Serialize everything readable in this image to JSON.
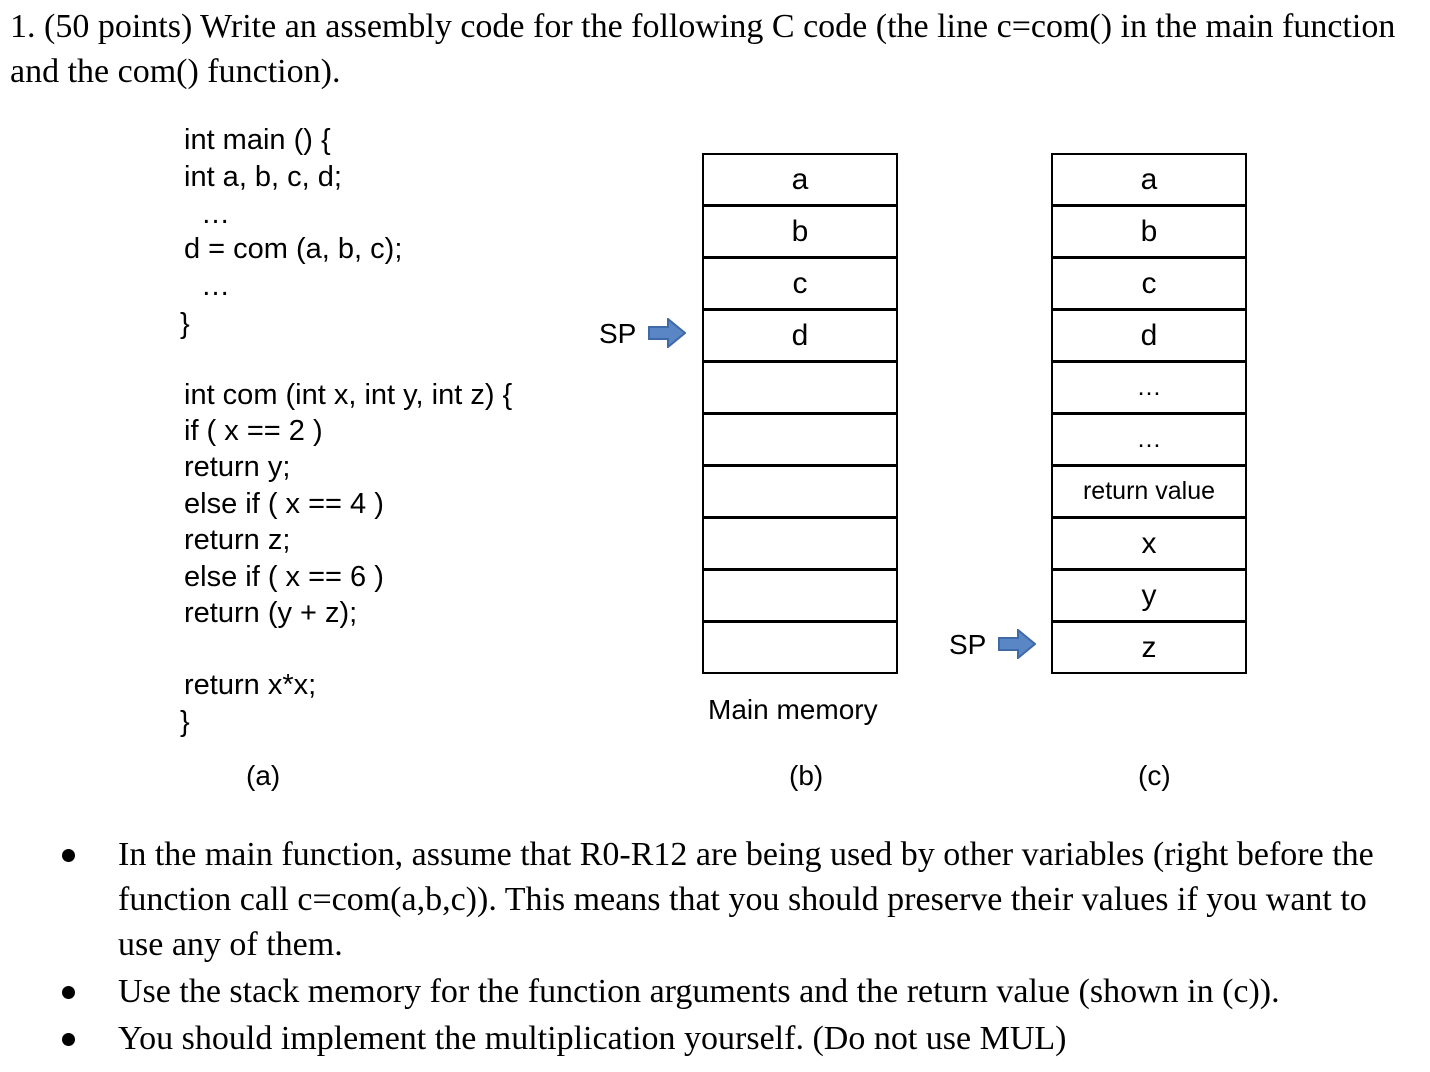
{
  "question": "1. (50 points) Write an assembly code for the following C code (the line c=com() in the main function and the com() function).",
  "code_lines": [
    "int main () {",
    "  int a, b, c, d;",
    "  …",
    "  d = com (a, b, c);",
    "  …",
    "}",
    "int com (int x, int y, int z) {",
    "  if ( x == 2 )",
    "    return y;",
    "  else if ( x == 4 )",
    "    return z;",
    "  else if ( x == 6 )",
    "    return (y + z);",
    "  return x*x;",
    "}"
  ],
  "diagram_b": {
    "cells": [
      "a",
      "b",
      "c",
      "d",
      "",
      "",
      "",
      "",
      "",
      ""
    ],
    "sp_label": "SP",
    "label": "Main memory"
  },
  "diagram_c": {
    "cells": [
      "a",
      "b",
      "c",
      "d",
      "…",
      "…",
      "return value",
      "x",
      "y",
      "z"
    ],
    "sp_label": "SP"
  },
  "captions": [
    "(a)",
    "(b)",
    "(c)"
  ],
  "bullets": [
    "In the main function, assume that R0-R12 are being used by other variables (right before the function call c=com(a,b,c)). This means that you should preserve their values if you want to use any of them.",
    "Use the stack memory for the function arguments and the return value (shown in (c)).",
    "You should implement the multiplication yourself. (Do not use MUL)"
  ],
  "colors": {
    "arrow_fill": "#5b86c6",
    "arrow_stroke": "#3f6aa8"
  },
  "icons": {
    "sp_pointer": "right-arrow-icon"
  }
}
